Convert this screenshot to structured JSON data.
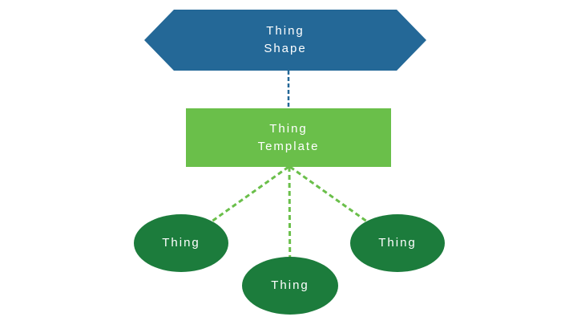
{
  "colors": {
    "blue": "#246897",
    "green": "#6abf4a",
    "darkgreen": "#1c7c3c"
  },
  "nodes": {
    "shape": {
      "line1": "Thing",
      "line2": "Shape"
    },
    "template": {
      "line1": "Thing",
      "line2": "Template"
    },
    "ellipses": [
      {
        "label": "Thing"
      },
      {
        "label": "Thing"
      },
      {
        "label": "Thing"
      }
    ]
  }
}
